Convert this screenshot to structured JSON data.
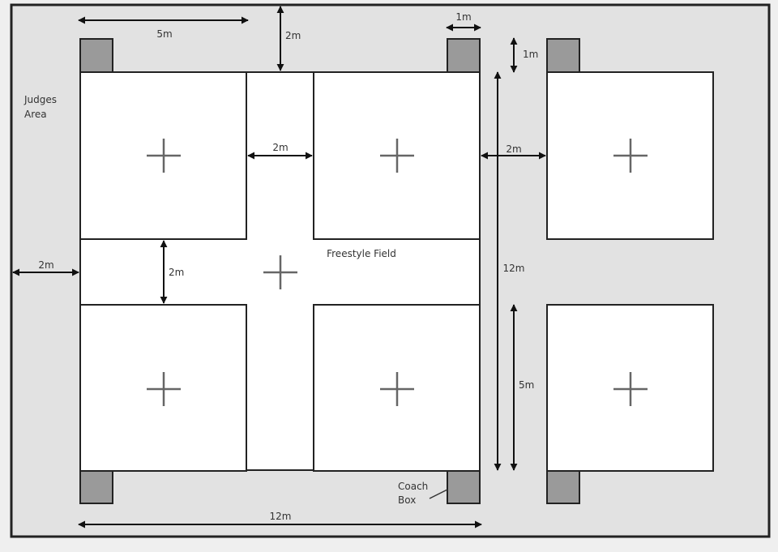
{
  "colors": {
    "background": "#efefef",
    "venue_fill": "#e2e2e2",
    "field_fill": "#ffffff",
    "outline": "#222222",
    "box_fill": "#9a9a9a",
    "cross": "#666666",
    "text": "#333333"
  },
  "labels": {
    "judges_area_line1": "Judges",
    "judges_area_line2": "Area",
    "freestyle_field": "Freestyle Field",
    "coach_box_line1": "Coach",
    "coach_box_line2": "Box"
  },
  "dimensions": {
    "top_5m": "5m",
    "top_2m": "2m",
    "box_width_1m": "1m",
    "box_height_1m": "1m",
    "gap_between_fields_2m": "2m",
    "gap_to_right_field_2m": "2m",
    "left_edge_2m": "2m",
    "gap_between_rows_2m": "2m",
    "field_height_12m": "12m",
    "single_field_5m": "5m",
    "bottom_12m": "12m"
  }
}
